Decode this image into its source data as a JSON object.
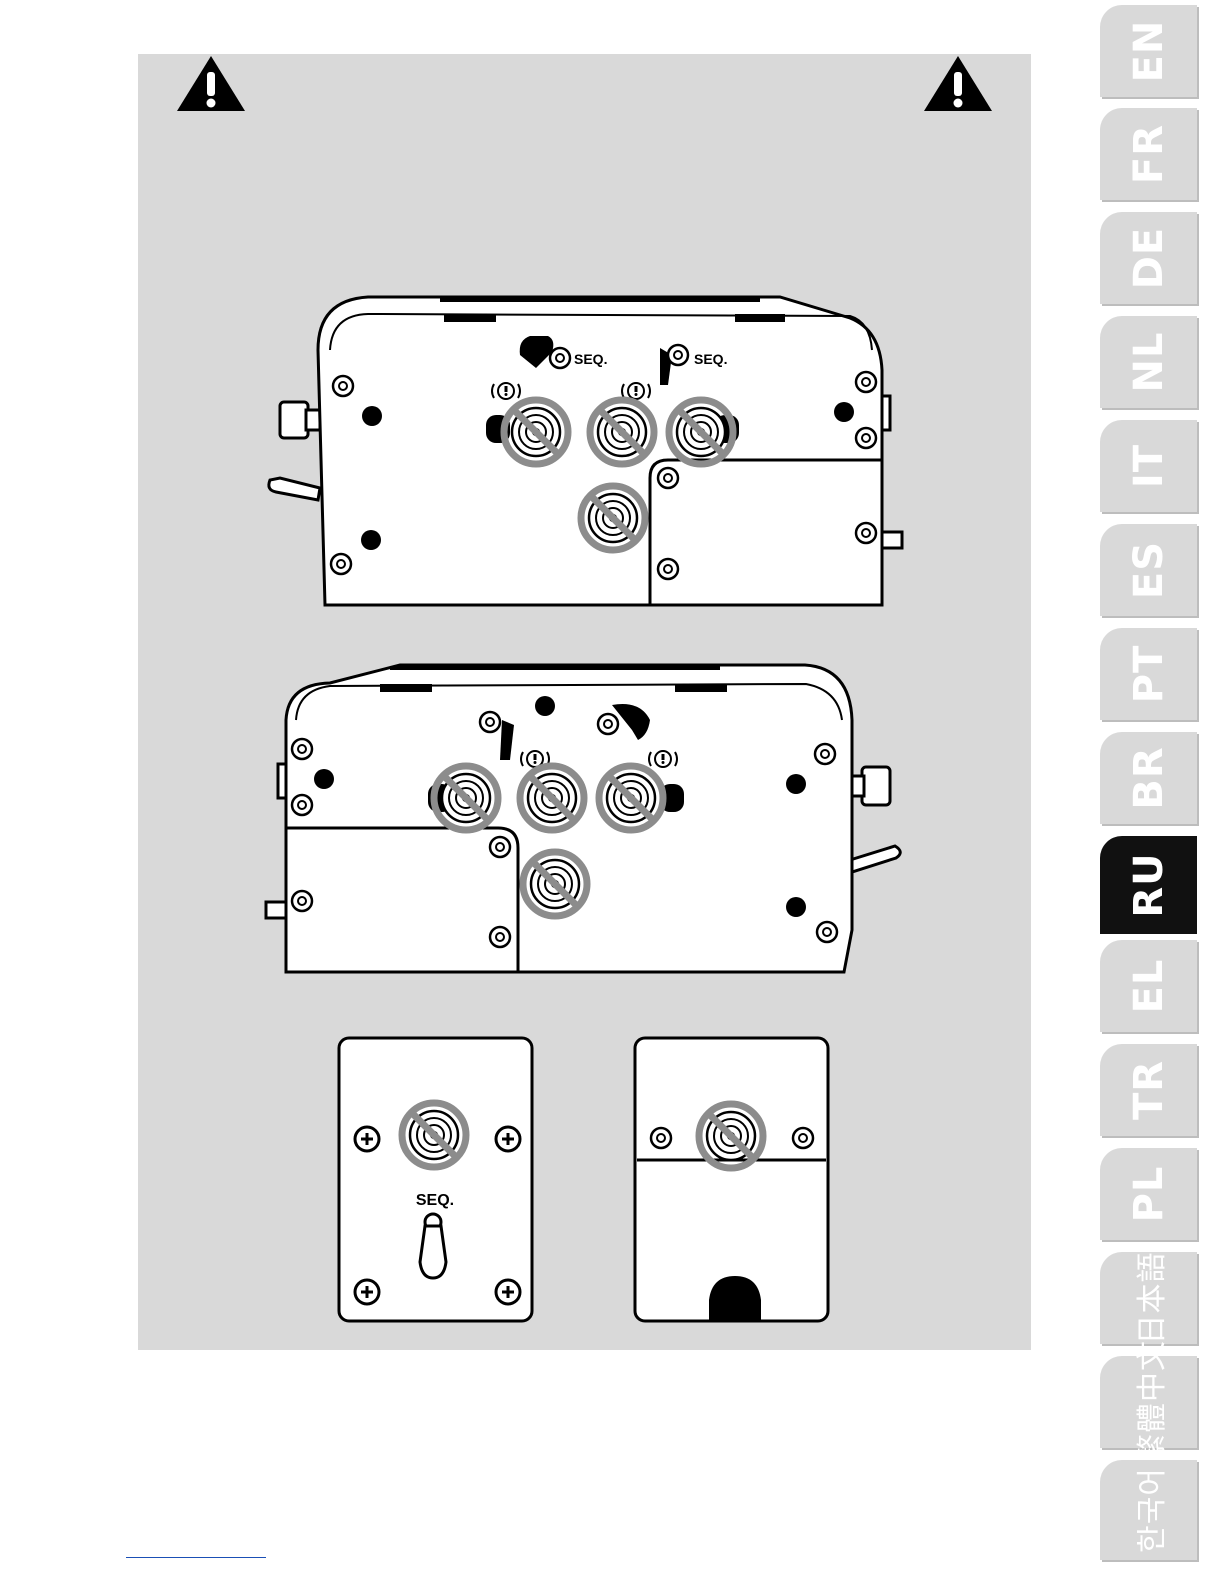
{
  "languages": [
    {
      "code": "EN",
      "active": false
    },
    {
      "code": "FR",
      "active": false
    },
    {
      "code": "DE",
      "active": false
    },
    {
      "code": "NL",
      "active": false
    },
    {
      "code": "IT",
      "active": false
    },
    {
      "code": "ES",
      "active": false
    },
    {
      "code": "PT",
      "active": false
    },
    {
      "code": "BR",
      "active": false
    },
    {
      "code": "RU",
      "active": true
    },
    {
      "code": "EL",
      "active": false
    },
    {
      "code": "TR",
      "active": false
    },
    {
      "code": "PL",
      "active": false
    },
    {
      "code": "日本語",
      "active": false
    },
    {
      "code": "繁體中文",
      "active": false
    },
    {
      "code": "한국어",
      "active": false
    }
  ],
  "labels": {
    "seq": "SEQ.",
    "alert": "(!)"
  },
  "colors": {
    "panel": "#d9d9d9",
    "active_tab": "#111111",
    "prohibit": "#8c8c8c"
  },
  "icons": {
    "warning": "warning-triangle-icon",
    "prohibited": "prohibited-icon"
  }
}
